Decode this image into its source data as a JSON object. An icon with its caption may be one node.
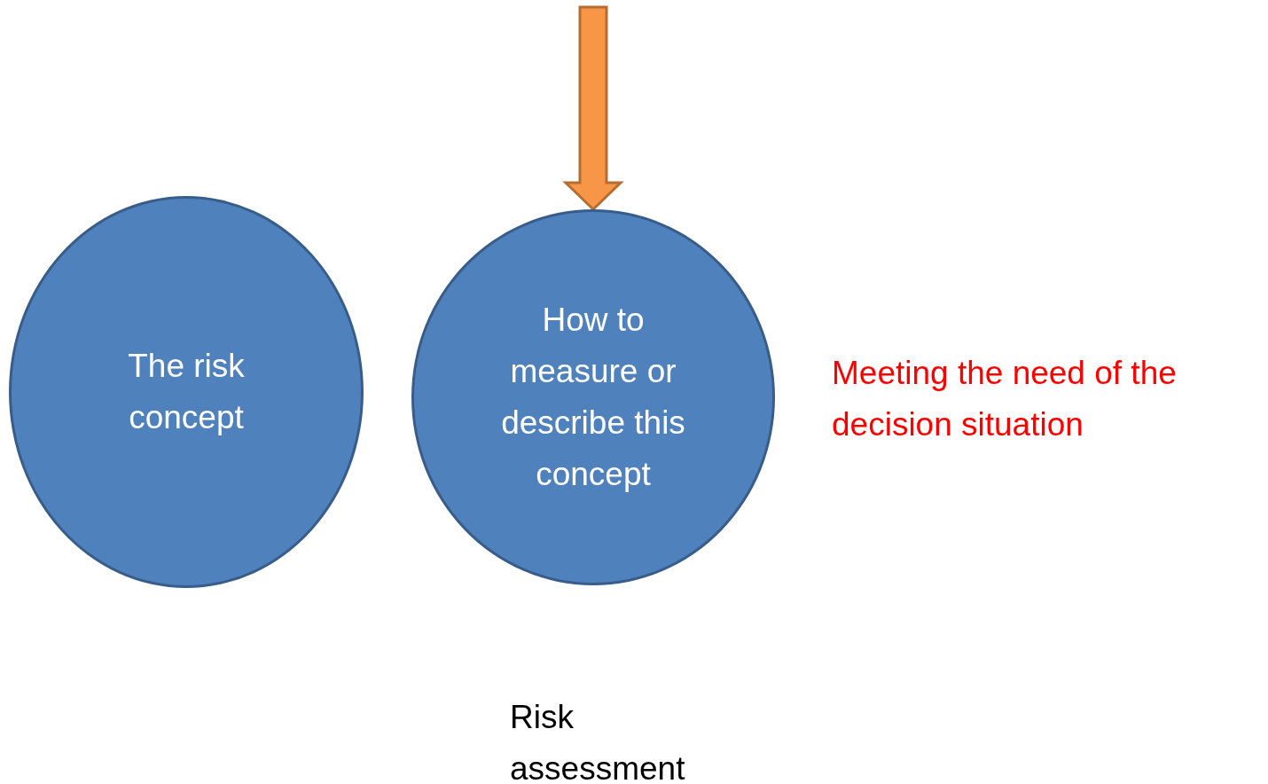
{
  "diagram": {
    "nodes": [
      {
        "text": [
          "The risk concept"
        ]
      },
      {
        "text": [
          "How to measure or describe this concept"
        ]
      }
    ],
    "edges": [
      {
        "from": null,
        "to": 1,
        "arrow": "to",
        "style": "thick",
        "color": "#f79646"
      }
    ],
    "labels": [
      "Meeting the need of the decision situation",
      "Risk assessment"
    ]
  }
}
